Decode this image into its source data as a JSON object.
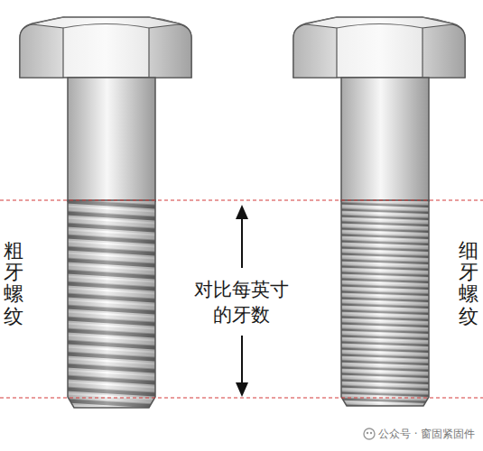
{
  "diagram": {
    "labels": [
      "粗牙螺纹",
      "对比每英寸 的牙数",
      "细牙螺纹",
      "公众号 · 窗固紧固件"
    ]
  }
}
